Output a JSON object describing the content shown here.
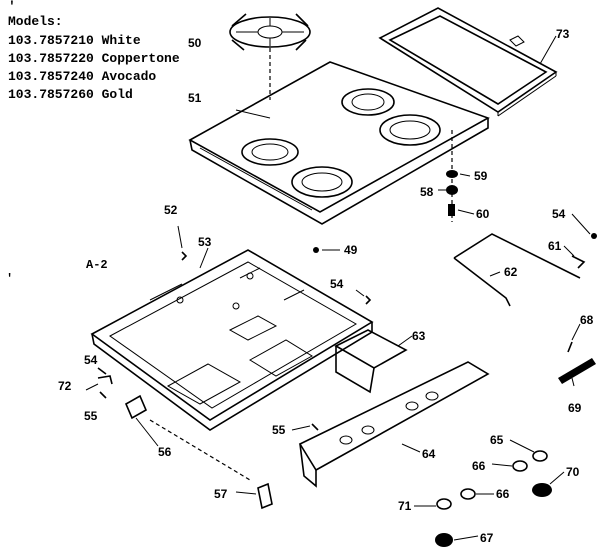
{
  "header": {
    "mark": "'",
    "title": "Models:",
    "models": [
      "103.7857210 White",
      "103.7857220 Coppertone",
      "103.7857240 Avocado",
      "103.7857260 Gold"
    ]
  },
  "section_label": "A-2",
  "side_mark": "'",
  "callouts": {
    "p50": "50",
    "p51": "51",
    "p73": "73",
    "p59": "59",
    "p58": "58",
    "p60": "60",
    "p52": "52",
    "p53": "53",
    "p49": "49",
    "p54a": "54",
    "p61": "61",
    "p62": "62",
    "p54b": "54",
    "p63": "63",
    "p68": "68",
    "p69": "69",
    "p54c": "54",
    "p72": "72",
    "p55a": "55",
    "p56": "56",
    "p55b": "55",
    "p64": "64",
    "p65": "65",
    "p66a": "66",
    "p70": "70",
    "p57": "57",
    "p71": "71",
    "p66b": "66",
    "p67": "67"
  }
}
